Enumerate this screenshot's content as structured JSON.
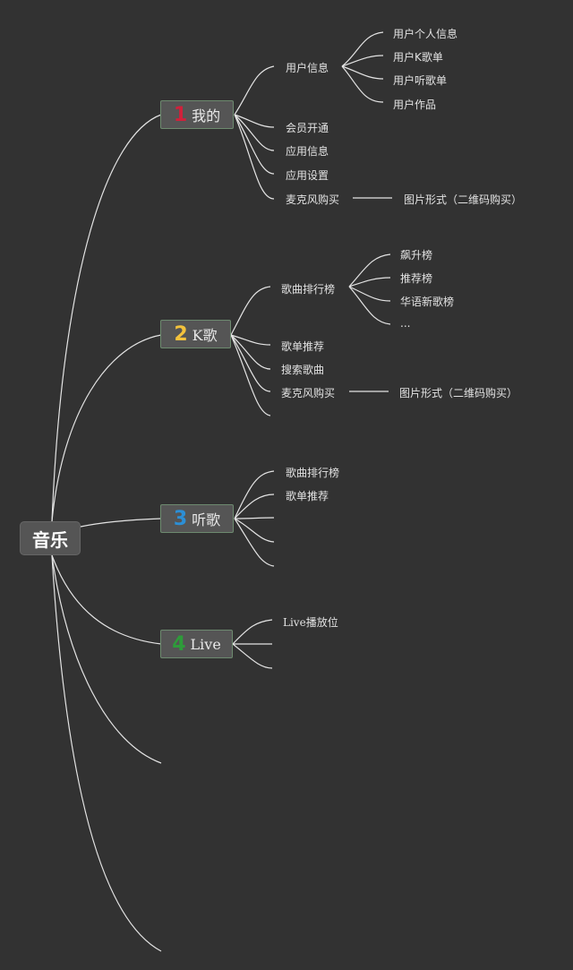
{
  "root": {
    "label": "音乐"
  },
  "branches": [
    {
      "number": "1",
      "label": "我的",
      "number_color": "#d0213b",
      "children": [
        {
          "label": "用户信息",
          "children": [
            "用户个人信息",
            "用户K歌单",
            "用户听歌单",
            "用户作品"
          ]
        },
        {
          "label": "会员开通"
        },
        {
          "label": "应用信息"
        },
        {
          "label": "应用设置"
        },
        {
          "label": "麦克风购买",
          "note": "图片形式（二维码购买）"
        }
      ]
    },
    {
      "number": "2",
      "label": "K歌",
      "number_color": "#f3c23c",
      "children": [
        {
          "label": "歌曲排行榜",
          "children": [
            "飙升榜",
            "推荐榜",
            "华语新歌榜",
            "..."
          ]
        },
        {
          "label": "歌单推荐"
        },
        {
          "label": "搜索歌曲"
        },
        {
          "label": "麦克风购买",
          "note": "图片形式（二维码购买）"
        }
      ]
    },
    {
      "number": "3",
      "label": "听歌",
      "number_color": "#2c8fd6",
      "children": [
        {
          "label": "歌曲排行榜"
        },
        {
          "label": "歌单推荐"
        }
      ]
    },
    {
      "number": "4",
      "label": "Live",
      "number_color": "#2e9b3a",
      "children": [
        {
          "label": "Live播放位"
        }
      ]
    }
  ]
}
